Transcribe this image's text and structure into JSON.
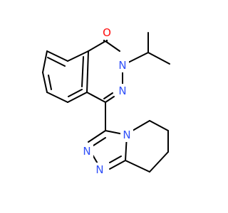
{
  "molecule": {
    "atoms": [
      {
        "id": "O1",
        "symbol": "O",
        "color": "#ff0d0d"
      },
      {
        "id": "N2",
        "symbol": "N",
        "color": "#3050f8"
      },
      {
        "id": "N3",
        "symbol": "N",
        "color": "#3050f8"
      },
      {
        "id": "N4",
        "symbol": "N",
        "color": "#3050f8"
      },
      {
        "id": "N5",
        "symbol": "N",
        "color": "#3050f8"
      },
      {
        "id": "N6",
        "symbol": "N",
        "color": "#3050f8"
      }
    ]
  }
}
